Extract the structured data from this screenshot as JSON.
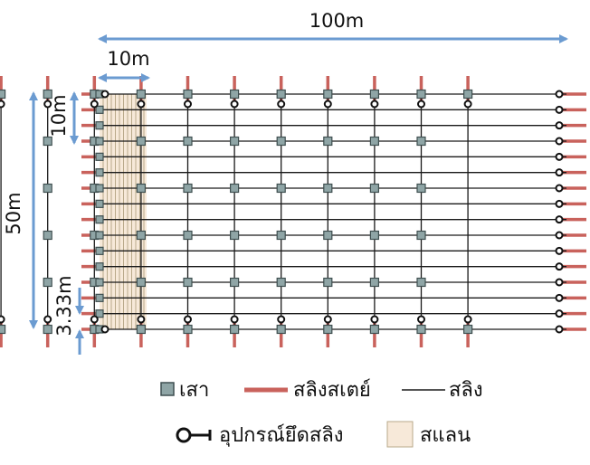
{
  "dimensions": {
    "total_length": "100m",
    "bay_width": "10m",
    "total_width": "50m",
    "row_spacing_large": "10m",
    "row_spacing_small": "3.33m"
  },
  "legend": {
    "post": "เสา",
    "stay_cable": "สลิงสเตย์",
    "cable": "สลิง",
    "anchor": "อุปกรณ์ยึดสลิง",
    "mesh": "สแลน"
  },
  "colors": {
    "dimension_arrow": "#6b9bd1",
    "stay_cable": "#c9625c",
    "post_fill": "#8fa5a6",
    "post_stroke": "#3f4f50",
    "cable": "#1a1a1a",
    "mesh_fill": "#f7e9d9",
    "mesh_line": "#b9a98a",
    "anchor": "#111111"
  },
  "icons": {
    "post": "square-icon",
    "stay_cable": "red-line-icon",
    "cable": "black-line-icon",
    "anchor": "anchor-ring-icon",
    "mesh": "mesh-swatch-icon"
  }
}
